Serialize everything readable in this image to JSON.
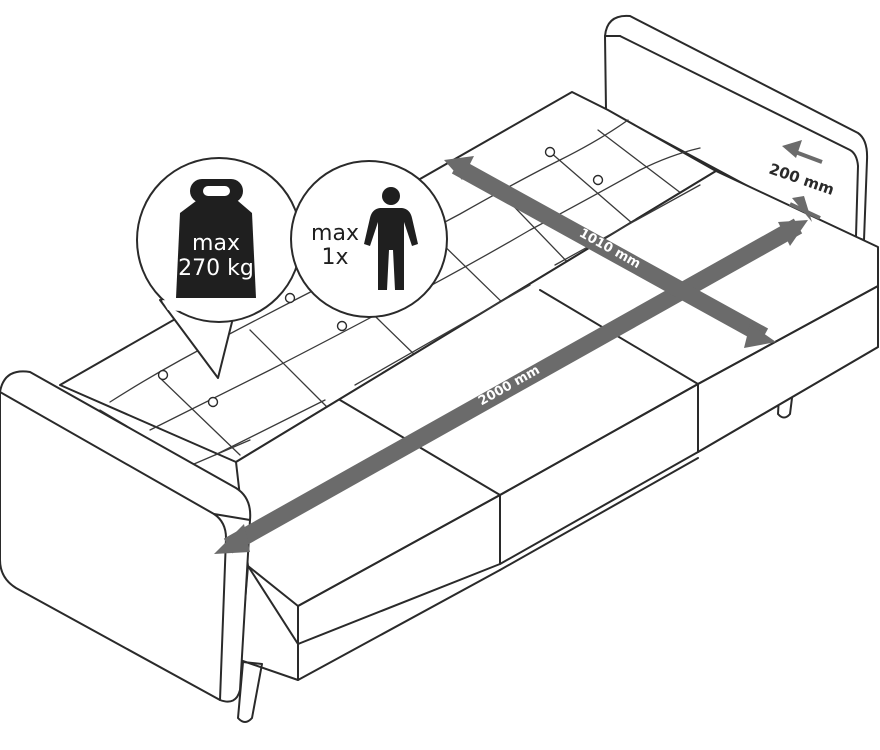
{
  "colors": {
    "line": "#2a2a2a",
    "dimension_arrow": "#6b6b6b",
    "weight_fill": "#1f1f1f",
    "background": "#ffffff"
  },
  "dimensions": {
    "length": "2000 mm",
    "width": "1010 mm",
    "height": "200 mm"
  },
  "weight_badge": {
    "icon": "weight-icon",
    "line1": "max",
    "line2": "270 kg"
  },
  "person_badge": {
    "icon": "person-icon",
    "line1": "max",
    "line2": "1x"
  }
}
